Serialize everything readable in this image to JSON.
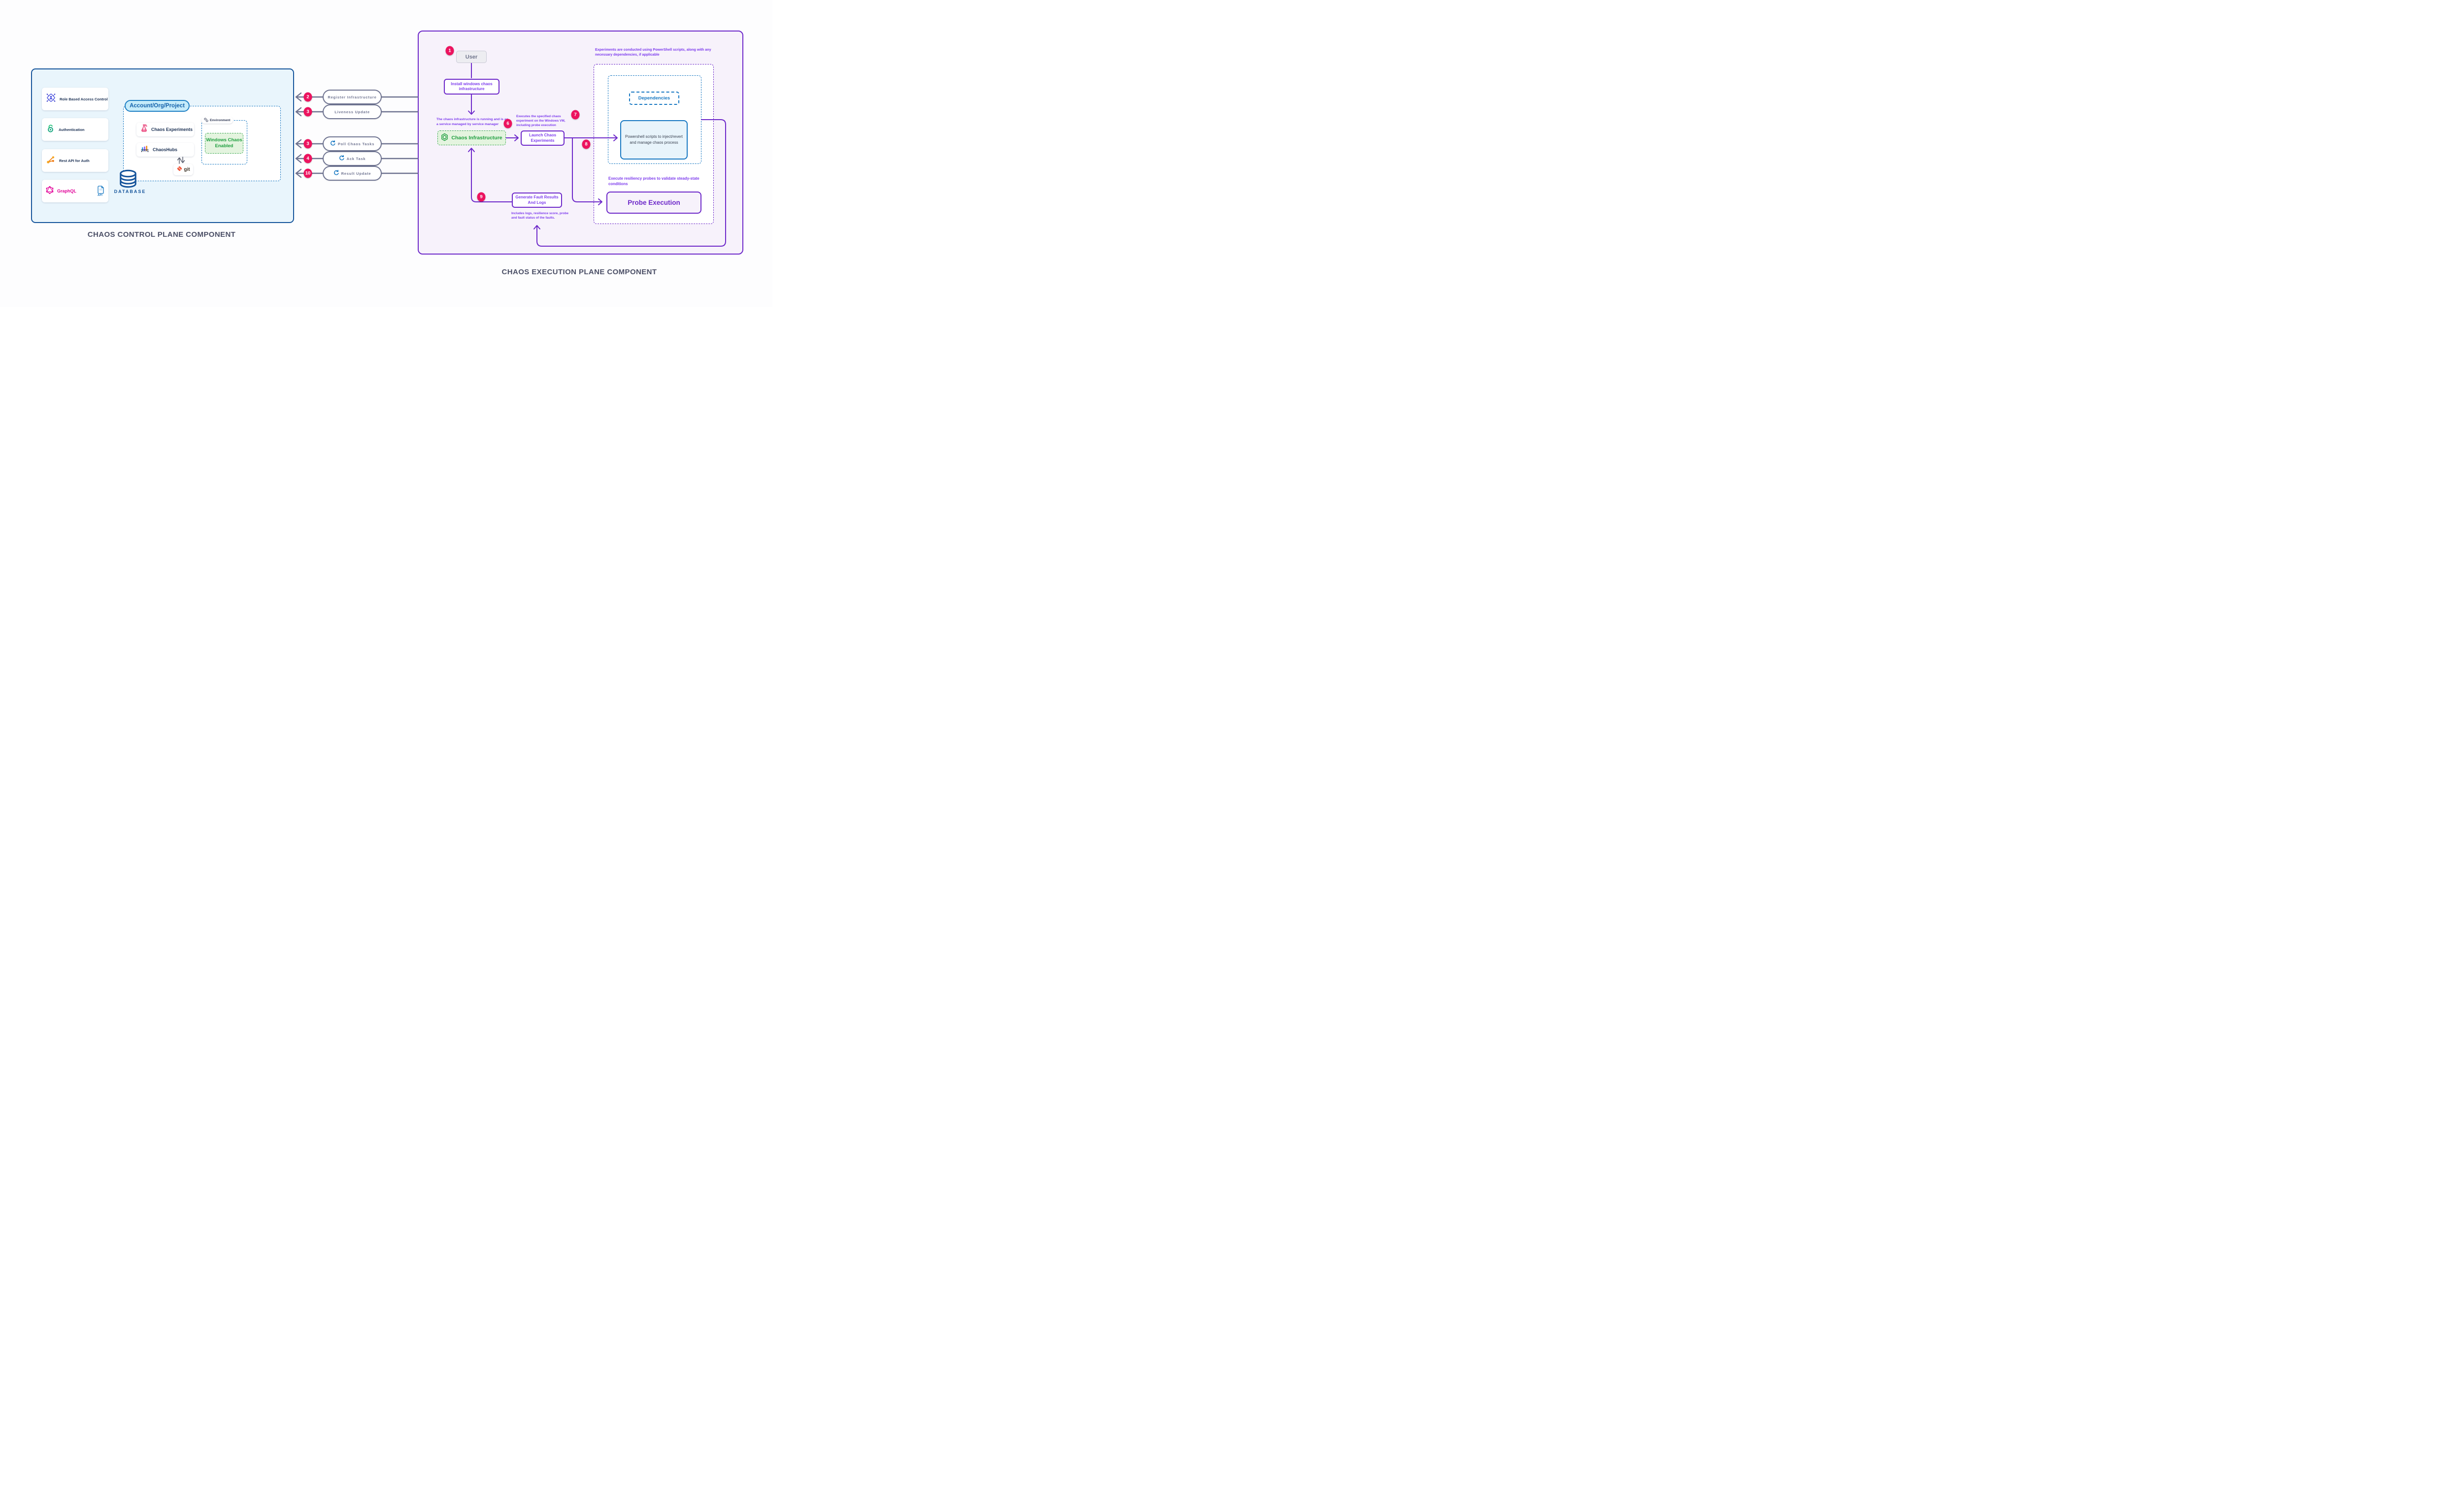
{
  "colors": {
    "control_panel_bg": "#e9f5fc",
    "control_panel_border": "#15549b",
    "execution_panel_bg": "#f7f2fb",
    "execution_panel_border": "#6d28c9",
    "purple_text": "#7c3aed",
    "pink_badge": "#ec135f",
    "gray_wire": "#6e7390",
    "green": "#1e9e3e",
    "blue": "#1778c2",
    "graphql_pink": "#e10098",
    "git_red": "#f05133"
  },
  "control_plane": {
    "title": "CHAOS CONTROL PLANE COMPONENT",
    "cards": [
      {
        "label": "Role Based Access Control",
        "icon": "rbac-icon"
      },
      {
        "label": "Authentication",
        "icon": "auth-icon"
      },
      {
        "label": "Rest API for Auth",
        "icon": "rest-api-icon"
      },
      {
        "label": "GraphQL",
        "icon": "graphql-icon",
        "badge": "API"
      }
    ],
    "account_pill": "Account/Org/Project",
    "chaos_experiments": "Chaos Experiments",
    "chaoshubs": "ChaosHubs",
    "environment_label": "Environment",
    "windows_chaos_enabled": "Windows Chaos Enabled",
    "git_label": "git",
    "database_label": "DATABASE"
  },
  "connectors": [
    {
      "num": "2",
      "label": "Register Infrastructure",
      "sync_icon": false
    },
    {
      "num": "3",
      "label": "Liveness Update",
      "sync_icon": false
    },
    {
      "num": "3",
      "label": "Poll Chaos Tasks",
      "sync_icon": true
    },
    {
      "num": "4",
      "label": "Ack Task",
      "sync_icon": true
    },
    {
      "num": "10",
      "label": "Result Update",
      "sync_icon": true
    }
  ],
  "execution_plane": {
    "title": "CHAOS EXECUTION PLANE COMPONENT",
    "steps": {
      "user": "1",
      "infra_ready": "6",
      "executes": "7",
      "inject": "8",
      "generate": "9"
    },
    "user_label": "User",
    "install_label": "Install windows chaos infrastructure",
    "infra_note": "The chaos infrastructure is running and is as a service managed by service manager",
    "chaos_infrastructure_label": "Chaos Infrastructure",
    "executes_note": "Executes the specified chaos experiment on the Windows VM, including probe execution",
    "launch_label": "Launch Chaos Experiments",
    "powershell_note": "Experiments are conducted using PowerShell scripts, along with any necessary dependencies, if applicable",
    "dependencies_label": "Dependencies",
    "powershell_label": "Powershell scripts to inject/revert and manage chaos process",
    "probe_note": "Execute resiliency probes to validate steady-state conditions",
    "probe_label": "Probe Execution",
    "generate_label": "Generate Fault Results And Logs",
    "includes_note": "Includes logs, resilience score, probe and fault status of the faults."
  }
}
